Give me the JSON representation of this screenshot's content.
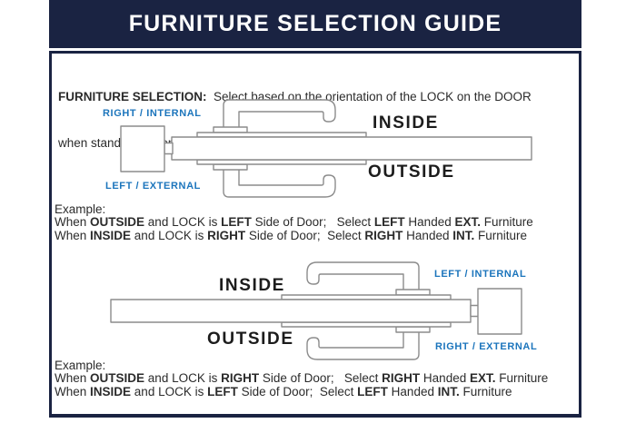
{
  "header": {
    "title": "FURNITURE SELECTION GUIDE"
  },
  "colors": {
    "navy": "#1a2342",
    "label_blue": "#1c75bc",
    "outline_gray": "#8c8c8c",
    "text": "#2b2b2b"
  },
  "intro": {
    "label": "FURNITURE SELECTION:",
    "line1_rest": "  Select based on the orientation of the LOCK on the DOOR",
    "line2": "when standing in front of it."
  },
  "diagram1": {
    "label_top": "RIGHT / INTERNAL",
    "label_bottom": "LEFT / EXTERNAL",
    "inside": "INSIDE",
    "outside": "OUTSIDE"
  },
  "diagram2": {
    "label_top": "LEFT / INTERNAL",
    "label_bottom": "RIGHT / EXTERNAL",
    "inside": "INSIDE",
    "outside": "OUTSIDE"
  },
  "example1": {
    "heading": "Example:",
    "lines": [
      [
        {
          "t": "When ",
          "b": false
        },
        {
          "t": "OUTSIDE",
          "b": true
        },
        {
          "t": " and LOCK is ",
          "b": false
        },
        {
          "t": "LEFT",
          "b": true
        },
        {
          "t": " Side of Door;   Select ",
          "b": false
        },
        {
          "t": "LEFT",
          "b": true
        },
        {
          "t": " Handed ",
          "b": false
        },
        {
          "t": "EXT.",
          "b": true
        },
        {
          "t": " Furniture",
          "b": false
        }
      ],
      [
        {
          "t": "When ",
          "b": false
        },
        {
          "t": "INSIDE",
          "b": true
        },
        {
          "t": " and LOCK is ",
          "b": false
        },
        {
          "t": "RIGHT",
          "b": true
        },
        {
          "t": " Side of Door;  Select ",
          "b": false
        },
        {
          "t": "RIGHT",
          "b": true
        },
        {
          "t": " Handed ",
          "b": false
        },
        {
          "t": "INT.",
          "b": true
        },
        {
          "t": " Furniture",
          "b": false
        }
      ]
    ]
  },
  "example2": {
    "heading": "Example:",
    "lines": [
      [
        {
          "t": "When ",
          "b": false
        },
        {
          "t": "OUTSIDE",
          "b": true
        },
        {
          "t": " and LOCK is ",
          "b": false
        },
        {
          "t": "RIGHT",
          "b": true
        },
        {
          "t": " Side of Door;   Select ",
          "b": false
        },
        {
          "t": "RIGHT",
          "b": true
        },
        {
          "t": " Handed ",
          "b": false
        },
        {
          "t": "EXT.",
          "b": true
        },
        {
          "t": " Furniture",
          "b": false
        }
      ],
      [
        {
          "t": "When ",
          "b": false
        },
        {
          "t": "INSIDE",
          "b": true
        },
        {
          "t": " and LOCK is ",
          "b": false
        },
        {
          "t": "LEFT",
          "b": true
        },
        {
          "t": " Side of Door;  Select ",
          "b": false
        },
        {
          "t": "LEFT",
          "b": true
        },
        {
          "t": " Handed ",
          "b": false
        },
        {
          "t": "INT.",
          "b": true
        },
        {
          "t": " Furniture",
          "b": false
        }
      ]
    ]
  }
}
